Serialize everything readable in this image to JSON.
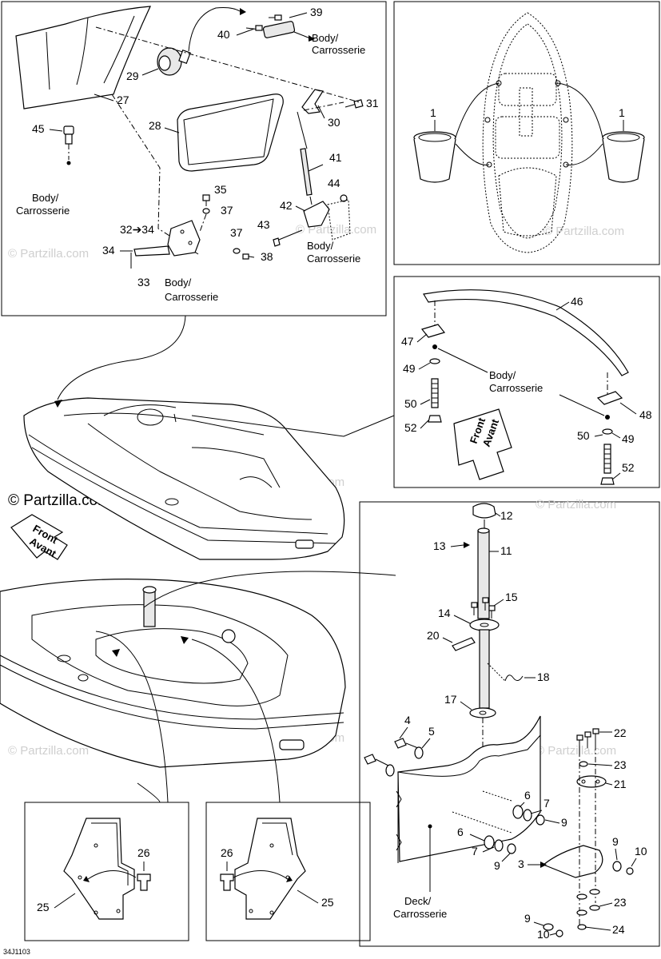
{
  "diagram": {
    "code": "34J1103",
    "watermark_main": "© Partzilla.com",
    "watermark_faint": "© Partzilla.com",
    "front_label_1": "Front",
    "front_label_2": "Avant",
    "body_label_1": "Body/",
    "body_label_2": "Carrosserie",
    "deck_label_1": "Deck/",
    "deck_label_2": "Carrosserie",
    "arrow_label": "32➔34",
    "callouts": {
      "n1": "1",
      "n3": "3",
      "n4": "4",
      "n5": "5",
      "n6": "6",
      "n7": "7",
      "n9": "9",
      "n10": "10",
      "n11": "11",
      "n12": "12",
      "n13": "13",
      "n14": "14",
      "n15": "15",
      "n17": "17",
      "n18": "18",
      "n20": "20",
      "n21": "21",
      "n22": "22",
      "n23": "23",
      "n24": "24",
      "n25": "25",
      "n26": "26",
      "n27": "27",
      "n28": "28",
      "n29": "29",
      "n30": "30",
      "n31": "31",
      "n33": "33",
      "n34": "34",
      "n35": "35",
      "n37": "37",
      "n38": "38",
      "n39": "39",
      "n40": "40",
      "n41": "41",
      "n42": "42",
      "n43": "43",
      "n44": "44",
      "n45": "45",
      "n46": "46",
      "n47": "47",
      "n48": "48",
      "n49": "49",
      "n50": "50",
      "n52": "52"
    }
  }
}
